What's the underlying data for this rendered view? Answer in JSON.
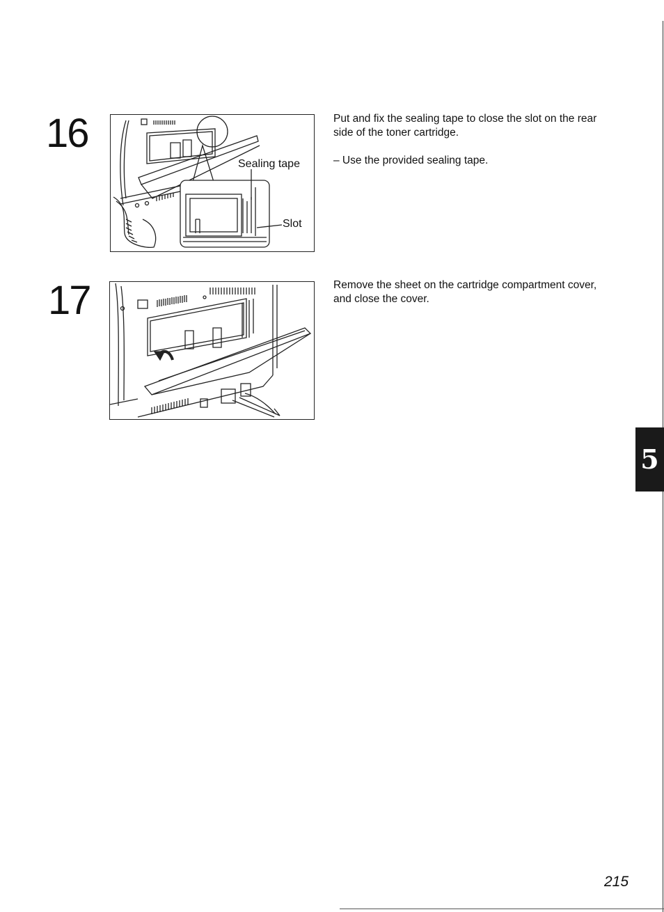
{
  "steps": [
    {
      "number": "16",
      "figure": {
        "name": "sealing-tape-illustration",
        "callouts": {
          "sealing_tape": "Sealing tape",
          "slot": "Slot"
        }
      },
      "paragraphs": [
        "Put and fix the sealing tape to close the slot on the rear side of the toner cartridge.",
        "– Use the provided sealing tape."
      ]
    },
    {
      "number": "17",
      "figure": {
        "name": "close-cover-illustration"
      },
      "paragraphs": [
        "Remove the sheet on the cartridge compartment cover, and close the cover."
      ]
    }
  ],
  "chapter_tab": "5",
  "page_number": "215"
}
